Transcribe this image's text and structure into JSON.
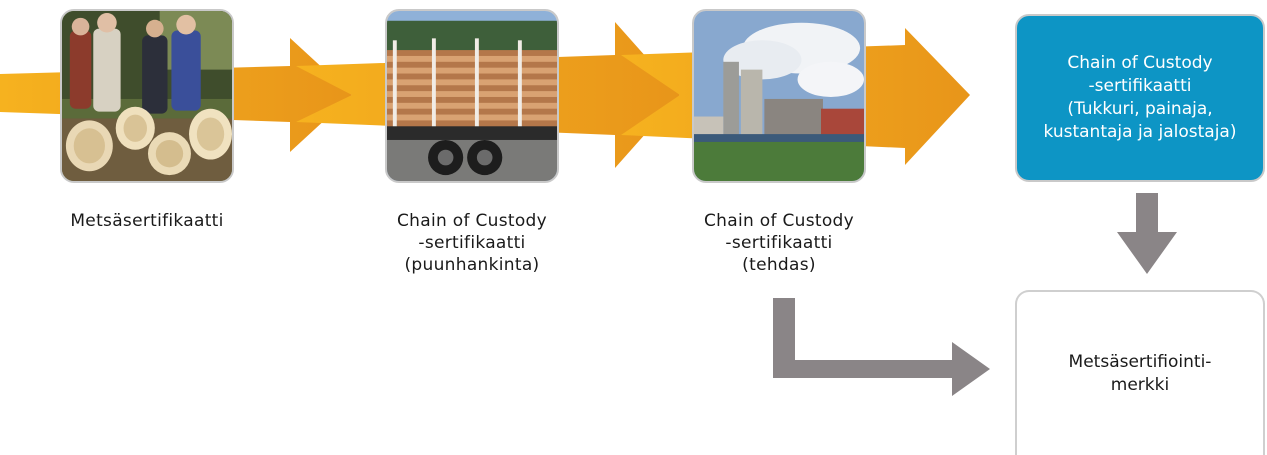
{
  "colors": {
    "arrow_orange": "#f2a81d",
    "arrow_orange_dark": "#e8961a",
    "box_blue": "#0d95c5",
    "connector_gray": "#8a8587"
  },
  "steps": [
    {
      "label": "Metsäsertifikaatti",
      "image": "forest-people-with-logs"
    },
    {
      "label": "Chain of Custody\n-sertifikaatti\n(puunhankinta)",
      "image": "log-truck"
    },
    {
      "label": "Chain of Custody\n-sertifikaatti\n(tehdas)",
      "image": "paper-mill"
    }
  ],
  "final_certificate": {
    "label": "Chain of Custody\n-sertifikaatti\n(Tukkuri, painaja,\nkustantaja ja jalostaja)"
  },
  "label_box": {
    "label": "Metsäsertifiointi-\nmerkki"
  }
}
